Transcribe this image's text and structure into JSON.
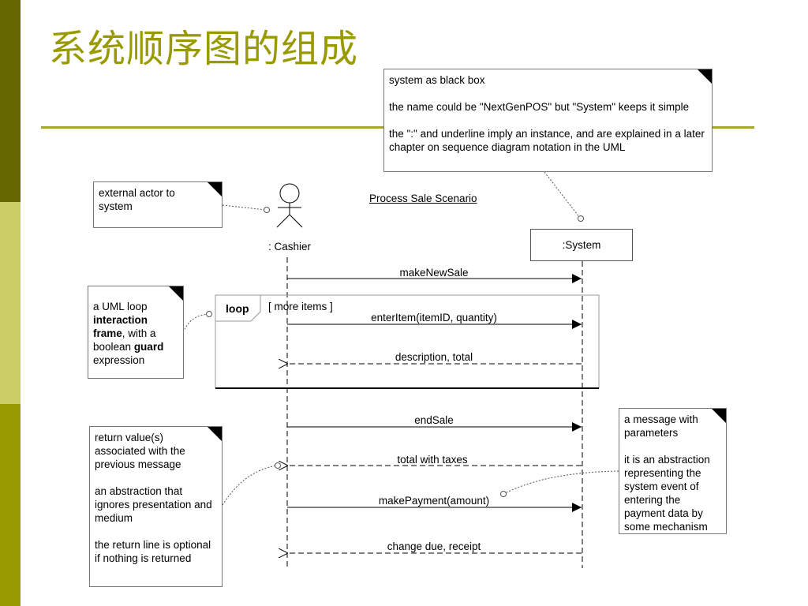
{
  "slide": {
    "title": "系统顺序图的组成",
    "colors": {
      "title": "#999900",
      "band_dark": "#666600",
      "band_light": "#cccc66",
      "band_mid": "#999900"
    }
  },
  "diagram": {
    "scenario_title": "Process Sale Scenario",
    "participants": {
      "actor": ": Cashier",
      "system": ":System"
    },
    "frame": {
      "operator": "loop",
      "guard": "[ more items ]"
    },
    "messages": {
      "make_new_sale": "makeNewSale",
      "enter_item": "enterItem(itemID, quantity)",
      "description_total": "description, total",
      "end_sale": "endSale",
      "total_with_taxes": "total with taxes",
      "make_payment": "makePayment(amount)",
      "change_due": "change due, receipt"
    }
  },
  "notes": {
    "system_black_box": {
      "p1": "system as black box",
      "p2": "the name could be \"NextGenPOS\" but \"System\" keeps it simple",
      "p3": "the \":\" and underline imply an instance, and are explained in a later chapter on sequence diagram notation in the UML"
    },
    "external_actor": {
      "text": "external actor to system"
    },
    "loop_frame": {
      "t1": "a UML loop ",
      "b1": "interaction frame",
      "t2": ", with a boolean ",
      "b2": "guard",
      "t3": " expression"
    },
    "return_value": {
      "p1": "return value(s) associated with the previous message",
      "p2": "an abstraction that ignores presentation and medium",
      "p3": "the return line is optional if nothing is returned"
    },
    "message_params": {
      "p1": "a message with parameters",
      "p2": "it is an abstraction representing the system event of entering the payment data by some mechanism"
    }
  }
}
